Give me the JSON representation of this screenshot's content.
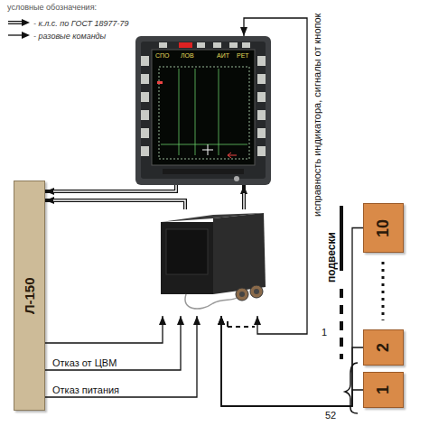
{
  "diagram": {
    "nodes": [
      {
        "text": [
          "СПО",
          "ЛОВ",
          "АИТ",
          "РЕТ"
        ]
      },
      {
        "text": [
          "Л-150"
        ]
      },
      {
        "text": []
      },
      {
        "text": [
          "10"
        ]
      },
      {
        "text": [
          "2"
        ]
      },
      {
        "text": [
          "1"
        ]
      }
    ],
    "edges": [
      {
        "from": 1,
        "to": 2,
        "arrow": "to"
      },
      {
        "from": 1,
        "to": 2,
        "label": "Отказ от ЦВМ",
        "arrow": "to"
      },
      {
        "from": 1,
        "to": 2,
        "label": "Отказ питания",
        "arrow": "to"
      },
      {
        "from": 2,
        "to": 1,
        "arrow": "to"
      },
      {
        "from": 0,
        "to": 1,
        "arrow": "to"
      },
      {
        "from": 2,
        "to": 0,
        "arrow": "to"
      },
      {
        "from": 0,
        "to": 2,
        "label": "исправность индикатора, сигналы от кнопок",
        "arrow": "both"
      },
      {
        "from": 3,
        "to": 2,
        "arrow": "to"
      },
      {
        "from": 4,
        "to": 2,
        "arrow": "to"
      },
      {
        "from": 5,
        "to": 2,
        "arrow": "to"
      }
    ],
    "labels": [
      "условные обозначения:",
      "подвески",
      "1",
      "52"
    ],
    "legend": [
      {
        "text": "- к.л.с. по ГОСТ 18977-79"
      },
      {
        "text": "- разовые команды"
      }
    ]
  }
}
